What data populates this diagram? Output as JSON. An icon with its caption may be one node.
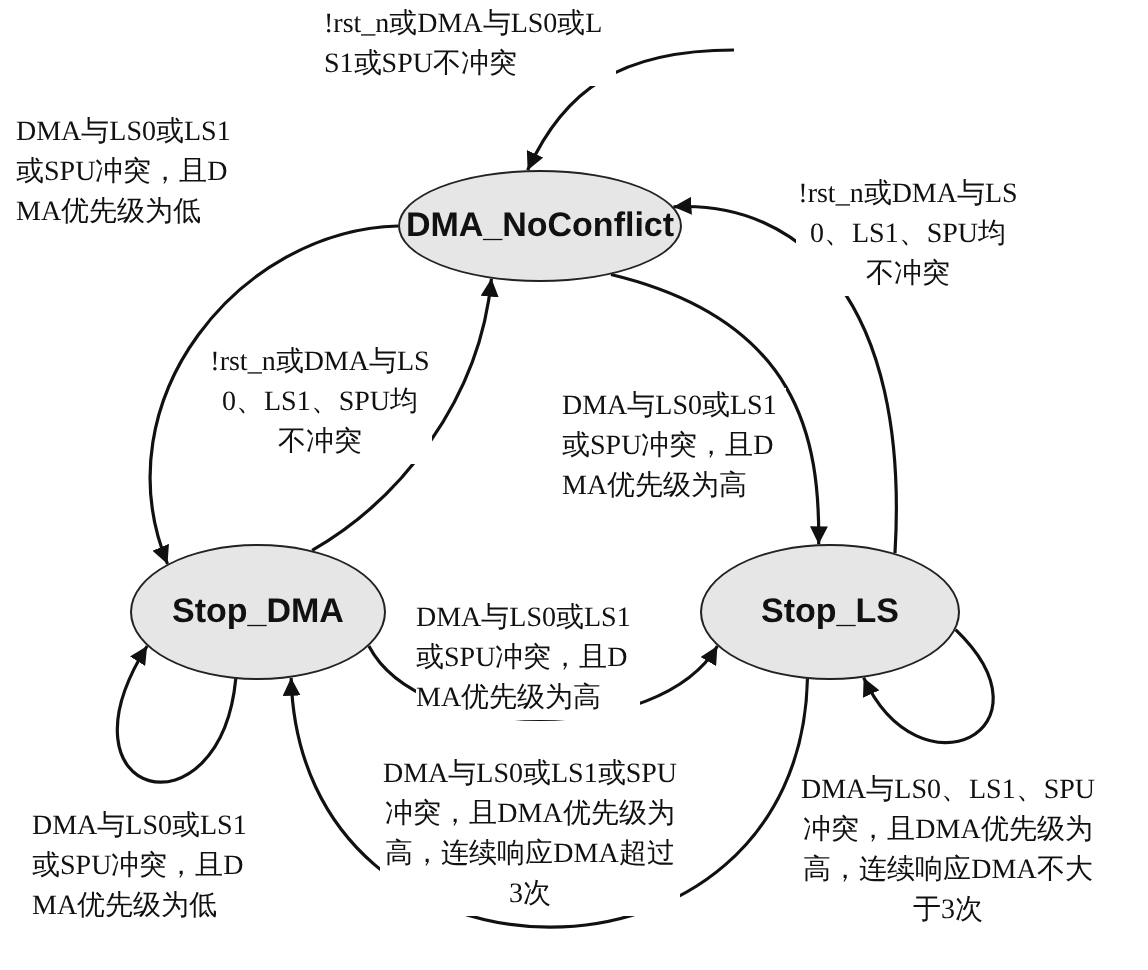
{
  "diagram": {
    "nodes": [
      {
        "text": [
          "DMA_NoConflict"
        ]
      },
      {
        "text": [
          "Stop_DMA"
        ]
      },
      {
        "text": [
          "Stop_LS"
        ]
      }
    ],
    "edges": [
      {
        "from": null,
        "to": 0,
        "arrow": "to",
        "label": "!rst_n或DMA与LS0或LS1或SPU不冲突"
      },
      {
        "from": 0,
        "to": 1,
        "arrow": "to",
        "label": "DMA与LS0或LS1或SPU冲突，且DMA优先级为低"
      },
      {
        "from": 1,
        "to": 0,
        "arrow": "to",
        "label": "!rst_n或DMA与LS0、LS1、SPU均不冲突"
      },
      {
        "from": 0,
        "to": 2,
        "arrow": "to",
        "label": "DMA与LS0或LS1或SPU冲突，且DMA优先级为高"
      },
      {
        "from": 2,
        "to": 0,
        "arrow": "to",
        "label": "!rst_n或DMA与LS0、LS1、SPU均不冲突"
      },
      {
        "from": 1,
        "to": 2,
        "arrow": "to",
        "label": "DMA与LS0或LS1或SPU冲突，且DMA优先级为高"
      },
      {
        "from": 2,
        "to": 1,
        "arrow": "to",
        "label": "DMA与LS0或LS1或SPU冲突，且DMA优先级为高，连续响应DMA超过 3次"
      },
      {
        "from": 1,
        "to": 1,
        "arrow": "to",
        "label": "DMA与LS0或LS1或SPU冲突，且DMA优先级为低"
      },
      {
        "from": 2,
        "to": 2,
        "arrow": "to",
        "label": "DMA与LS0、LS1、SPU冲突，且DMA优先级为高，连续响应DMA不大于3次"
      }
    ]
  }
}
